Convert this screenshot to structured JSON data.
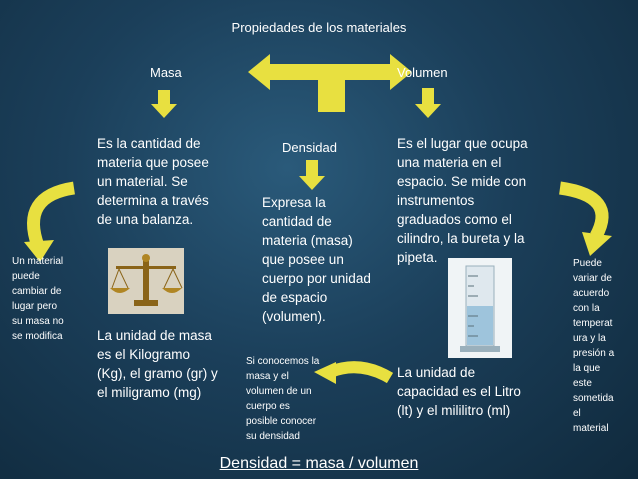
{
  "title": "Propiedades de los materiales",
  "labels": {
    "masa": "Masa",
    "volumen": "Volumen",
    "densidad": "Densidad"
  },
  "masa_text": [
    "Es la cantidad de",
    "materia que posee",
    "un material. Se",
    "determina a través",
    "de una balanza."
  ],
  "masa_unit": [
    "La unidad de masa",
    "es el Kilogramo",
    "(Kg), el gramo (gr) y",
    "el miligramo (mg)"
  ],
  "densidad_text": [
    "Expresa la",
    "cantidad de",
    "materia (masa)",
    "que posee un",
    "cuerpo por unidad",
    "de espacio",
    "(volumen)."
  ],
  "volumen_text": [
    "Es el lugar que ocupa",
    "una materia en el",
    "espacio. Se mide con",
    "instrumentos",
    "graduados como el",
    "cilindro, la bureta y la",
    "pipeta."
  ],
  "volumen_unit": [
    "La unidad de",
    "capacidad es el Litro",
    "(lt) y el mililitro (ml)"
  ],
  "left_note": [
    "Un material",
    "puede",
    "cambiar de",
    "lugar pero",
    "su masa no",
    "se modifica"
  ],
  "right_note": [
    "Puede",
    "variar de",
    "acuerdo",
    "con la",
    "temperat",
    "ura y la",
    "presión a",
    "la que",
    "este",
    "sometida",
    "el",
    "material"
  ],
  "center_note": [
    "Si conocemos la",
    "masa y el",
    "volumen de un",
    "cuerpo es",
    "posible conocer",
    "su densidad"
  ],
  "formula": "Densidad = masa / volumen",
  "colors": {
    "arrow": "#e8e040",
    "text": "#ffffff"
  },
  "icons": {
    "balance": "balance-scale-icon",
    "cylinder": "graduated-cylinder-icon"
  }
}
